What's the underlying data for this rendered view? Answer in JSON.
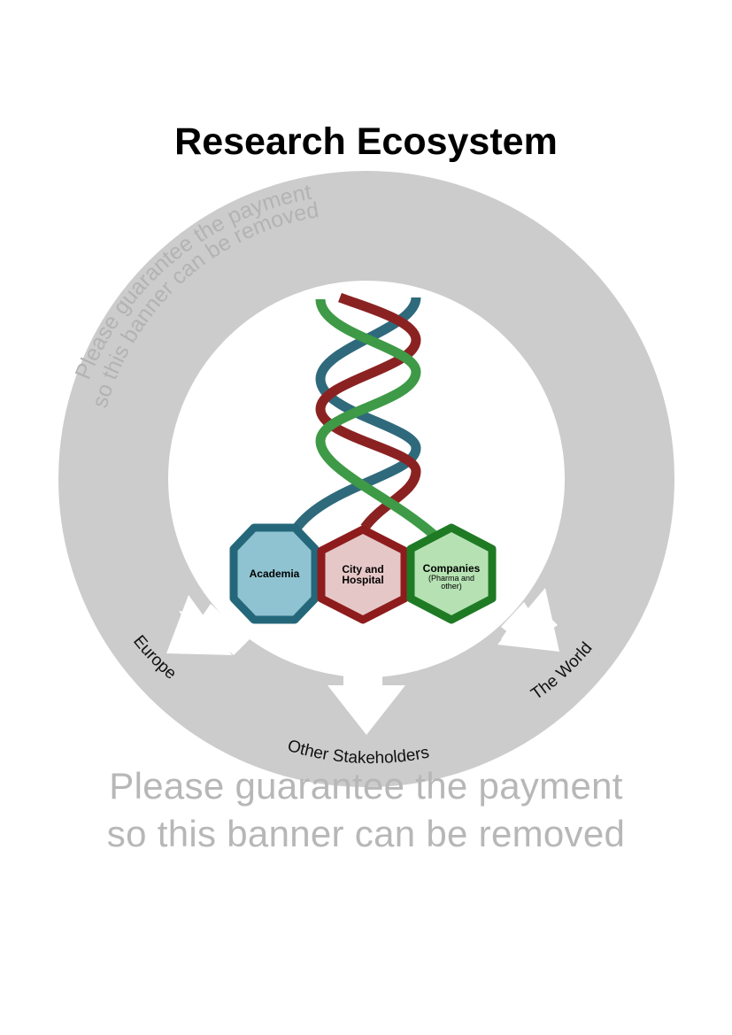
{
  "title": "Research Ecosystem",
  "watermark": {
    "line1": "Please guarantee the payment",
    "line2": "so this banner can be removed"
  },
  "outputs": {
    "left": "Europe",
    "bottom": "Other Stakeholders",
    "right": "The World"
  },
  "nodes": {
    "academia": {
      "label": "Academia",
      "fill": "#8fc3d1",
      "stroke": "#25677a"
    },
    "city": {
      "label_line1": "City and",
      "label_line2": "Hospital",
      "fill": "#e6c7c7",
      "stroke": "#8e1c1c"
    },
    "companies": {
      "label": "Companies",
      "sub_line1": "(Pharma and",
      "sub_line2": "other)",
      "fill": "#b6e2b3",
      "stroke": "#1f7a24"
    }
  },
  "colors": {
    "ring": "#cccccc",
    "watermark": "#b7b7b7",
    "strand_blue": "#2f6a7c",
    "strand_red": "#8b2222",
    "strand_green": "#3e9a46"
  }
}
